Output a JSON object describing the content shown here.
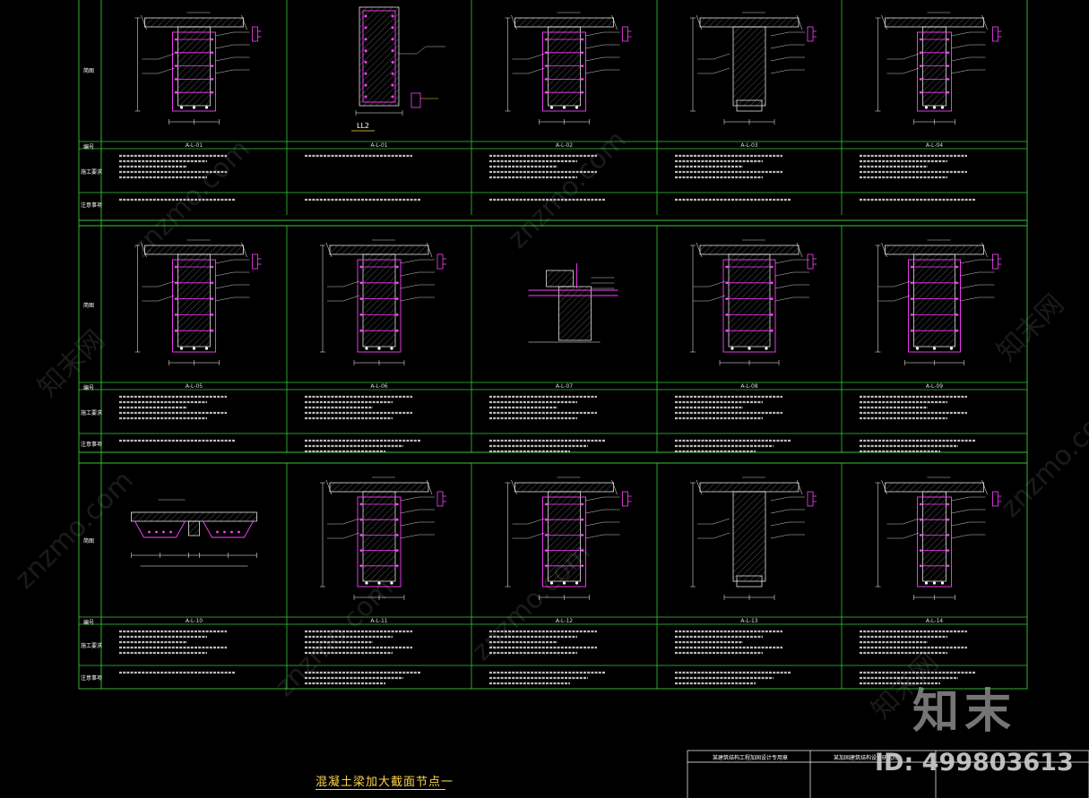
{
  "drawing_title": "混凝土梁加大截面节点一",
  "row_labels": {
    "diagram": "简图",
    "code": "编号",
    "construction": "施工要求",
    "notes": "注意事项"
  },
  "nodes": [
    [
      "A-L-01",
      "A-L-01",
      "A-L-02",
      "A-L-03",
      "A-L-04"
    ],
    [
      "A-L-05",
      "A-L-06",
      "A-L-07",
      "A-L-08",
      "A-L-09"
    ],
    [
      "A-L-10",
      "A-L-11",
      "A-L-12",
      "A-L-13",
      "A-L-14"
    ]
  ],
  "special_section_label": "LL2",
  "title_block": {
    "cell_1": "某建筑结构工程加固设计专用章",
    "cell_2": "某加固建筑结构设计研究院"
  },
  "watermark": {
    "logo": "知末",
    "id_text": "ID: 499803613",
    "site": "znzmo.com",
    "cn": "知末网"
  },
  "colors": {
    "background": "#000000",
    "frame": "#34c838",
    "concrete": "#ffffff",
    "rebar": "#ff40ff",
    "dimension": "#ffffff",
    "title": "#ffd54a",
    "highlight": "#ffd54a"
  }
}
